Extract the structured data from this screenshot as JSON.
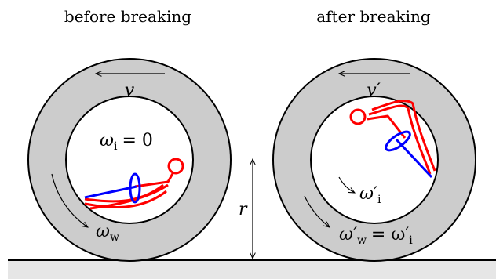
{
  "captions": {
    "left": "before breaking",
    "right": "after breaking"
  },
  "labels": {
    "v": "v",
    "v_prime": "v′",
    "omega_i_left": "ω",
    "omega_i_left_sub": "i",
    "omega_i_left_rhs": "= 0",
    "omega_w": "ω",
    "omega_w_sub": "w",
    "omega_i_right": "ω′",
    "omega_i_right_sub": "i",
    "omega_w_right": "ω′",
    "omega_w_right_sub": "w",
    "omega_w_right_eq": "= ω′",
    "omega_w_right_eq_sub": "i",
    "radius": "r"
  },
  "colors": {
    "wheel_fill": "#cccccc",
    "ground_fill": "#e6e6e6",
    "body": "#ff0000",
    "axis": "#0000ff",
    "line": "#000000"
  }
}
